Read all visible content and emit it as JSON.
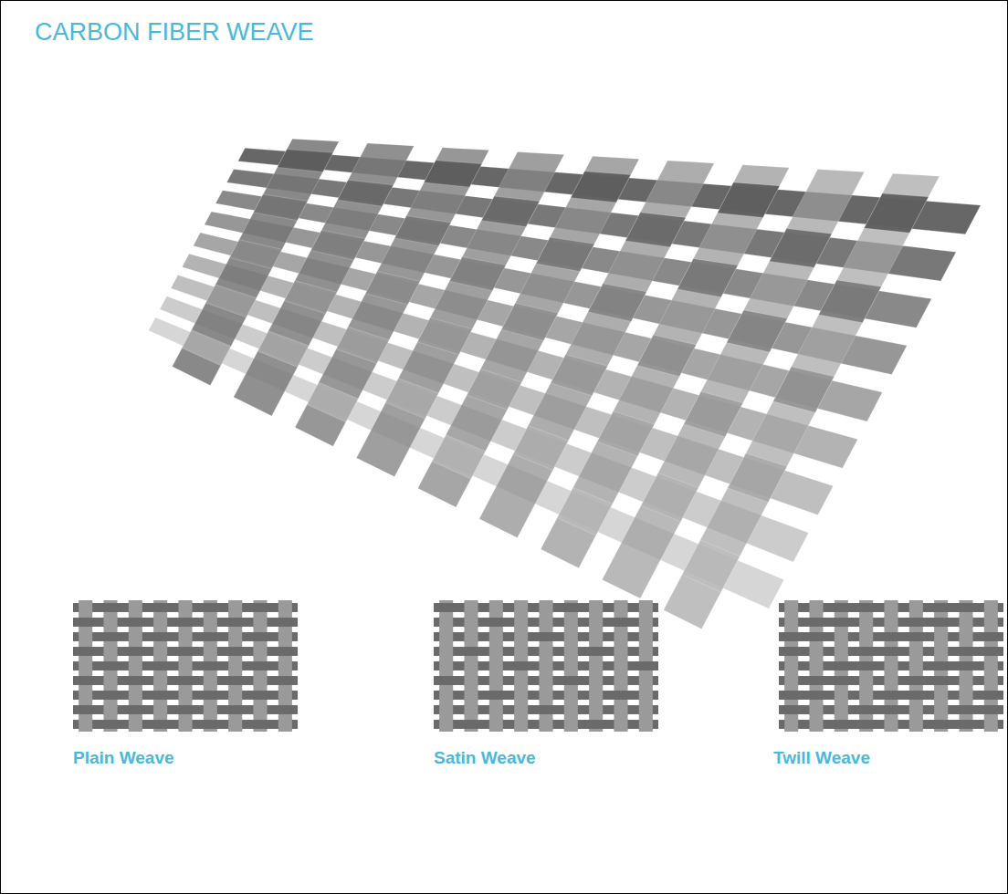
{
  "diagram": {
    "title": "CARBON FIBER WEAVE",
    "labels": [
      "Plain Weave",
      "Satin Weave",
      "Twill Weave"
    ]
  }
}
